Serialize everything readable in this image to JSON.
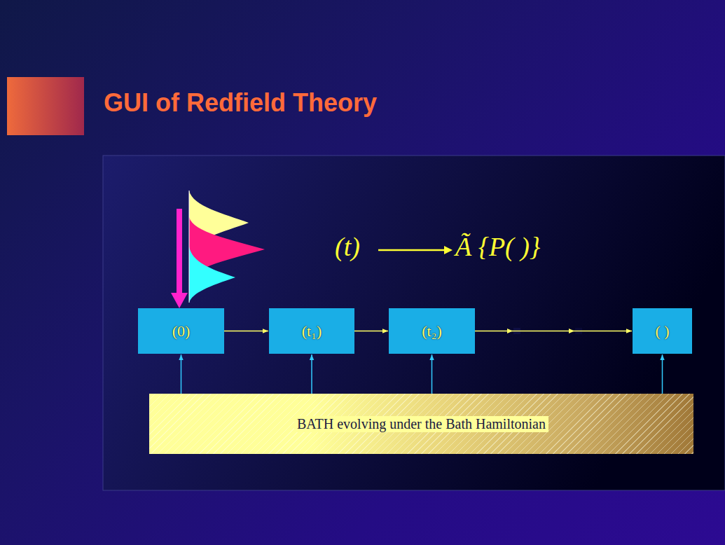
{
  "diagram": {
    "title": "GUI of Redfield Theory",
    "nodes": [
      {
        "text": [
          "(0)"
        ]
      },
      {
        "text": [
          "(t₁)"
        ]
      },
      {
        "text": [
          "(t₂)"
        ]
      },
      {
        "text": [
          "( )"
        ]
      },
      {
        "text": [
          "BATH evolving under the Bath Hamiltonian"
        ]
      }
    ],
    "edges": [
      {
        "from": 0,
        "to": 1,
        "arrow": "to"
      },
      {
        "from": 1,
        "to": 2,
        "arrow": "to"
      },
      {
        "from": 2,
        "to": 3,
        "arrow": "to"
      },
      {
        "from": 4,
        "to": 0,
        "arrow": "to"
      },
      {
        "from": 4,
        "to": 1,
        "arrow": "to"
      },
      {
        "from": 4,
        "to": 2,
        "arrow": "to"
      },
      {
        "from": 4,
        "to": 3,
        "arrow": "to"
      }
    ],
    "labels": [
      "(t)",
      "Ã {P( )}"
    ]
  }
}
